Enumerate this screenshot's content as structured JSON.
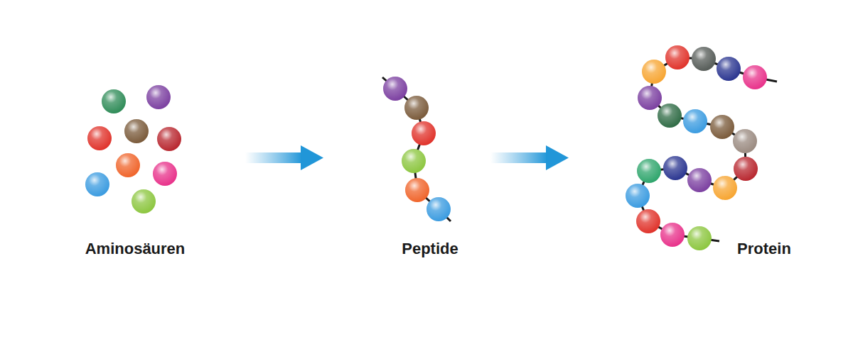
{
  "diagram": {
    "labels": [
      "Aminosäuren",
      "Peptide",
      "Protein"
    ]
  }
}
